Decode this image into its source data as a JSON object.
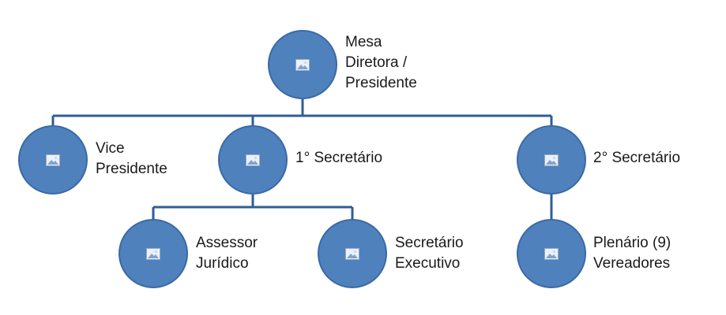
{
  "colors": {
    "node_fill": "#4f81bd",
    "node_border": "#3a6aa6",
    "connector": "#2f5d95",
    "text": "#1a1a1a"
  },
  "nodes": {
    "mesa": {
      "lines": [
        "Mesa",
        "Diretora /",
        "Presidente"
      ],
      "icon": "picture-placeholder-icon"
    },
    "vice": {
      "lines": [
        "Vice",
        "Presidente"
      ],
      "icon": "picture-placeholder-icon"
    },
    "sec1": {
      "lines": [
        "1° Secretário"
      ],
      "icon": "picture-placeholder-icon"
    },
    "sec2": {
      "lines": [
        "2° Secretário"
      ],
      "icon": "picture-placeholder-icon"
    },
    "assessor": {
      "lines": [
        "Assessor",
        "Jurídico"
      ],
      "icon": "picture-placeholder-icon"
    },
    "executivo": {
      "lines": [
        "Secretário",
        "Executivo"
      ],
      "icon": "picture-placeholder-icon"
    },
    "plenario": {
      "lines": [
        "Plenário (9)",
        "Vereadores"
      ],
      "icon": "picture-placeholder-icon"
    }
  }
}
